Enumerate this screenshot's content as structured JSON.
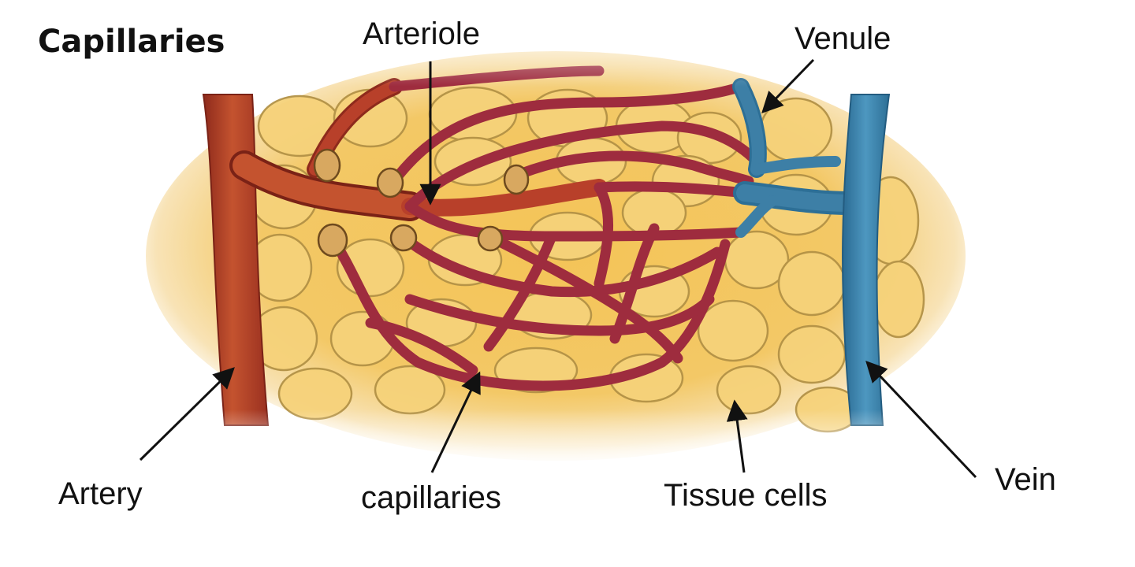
{
  "title": "Capillaries",
  "labels": {
    "arteriole": "Arteriole",
    "venule": "Venule",
    "artery": "Artery",
    "capillaries": "capillaries",
    "tissue_cells": "Tissue cells",
    "vein": "Vein"
  },
  "colors": {
    "artery": "#b8402a",
    "arteriole": "#c0392b",
    "capillary": "#9e2c3e",
    "venule": "#3d7fa6",
    "vein": "#3b84ad",
    "tissue": "#f0bf5c",
    "cell_outline": "#b39246"
  }
}
